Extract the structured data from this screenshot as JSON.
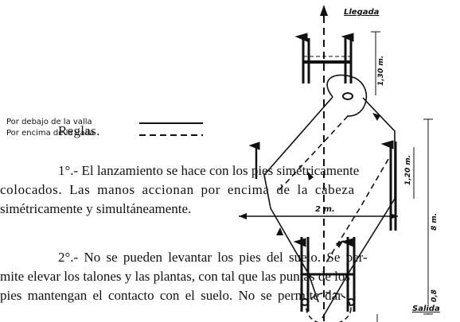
{
  "diagram": {
    "arrival_label": "Llegada",
    "exit_label": "Salida",
    "dim_height_top": "1,30 m.",
    "dim_height_mid": "1,20 m.",
    "dim_width": "2 m.",
    "dim_total": "8 m.",
    "dim_small": "0,8"
  },
  "legend": {
    "under_label": "Por debajo de la valla",
    "over_label": "Por encima de la valla"
  },
  "document": {
    "heading": "Reglas.",
    "rule1_lines": [
      "1°.- El lanzamiento se hace con los pies simétricamente",
      "colocados. Las manos accionan por encima de la cabeza",
      "simétricamente y simultáneamente."
    ],
    "rule2_lines": [
      "2°.- No se pueden levantar los pies del suelo. Se per-",
      "mite elevar los talones y las plantas, con tal que las puntas de los",
      "pies mantengan el contacto con el suelo. No se permite dar"
    ]
  }
}
